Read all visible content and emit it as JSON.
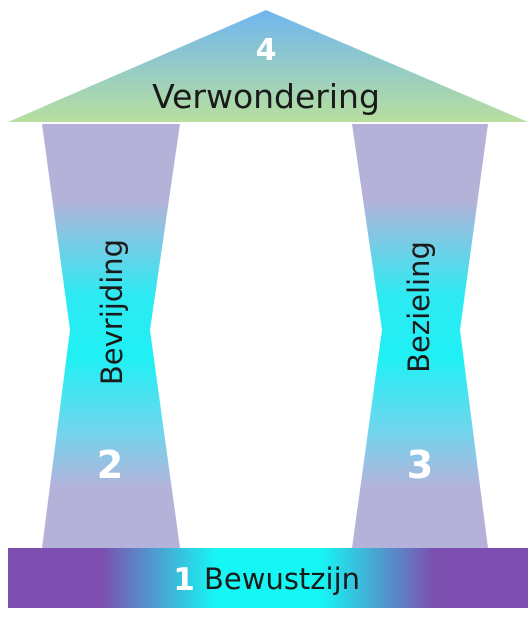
{
  "roof": {
    "number": "4",
    "label": "Verwondering"
  },
  "left_pillar": {
    "number": "2",
    "label": "Bevrijding"
  },
  "right_pillar": {
    "number": "3",
    "label": "Bezieling"
  },
  "base": {
    "number": "1",
    "label": "Bewustzijn"
  },
  "colors": {
    "roof_top": "#6fb6f0",
    "roof_bottom": "#b8df9e",
    "pillar": "#b5b2da",
    "pillar_glow": "#1ff0f4",
    "base_edge": "#7d4fb0",
    "base_glow": "#16f6f4",
    "number": "#ffffff",
    "text": "#1a1a1a"
  }
}
